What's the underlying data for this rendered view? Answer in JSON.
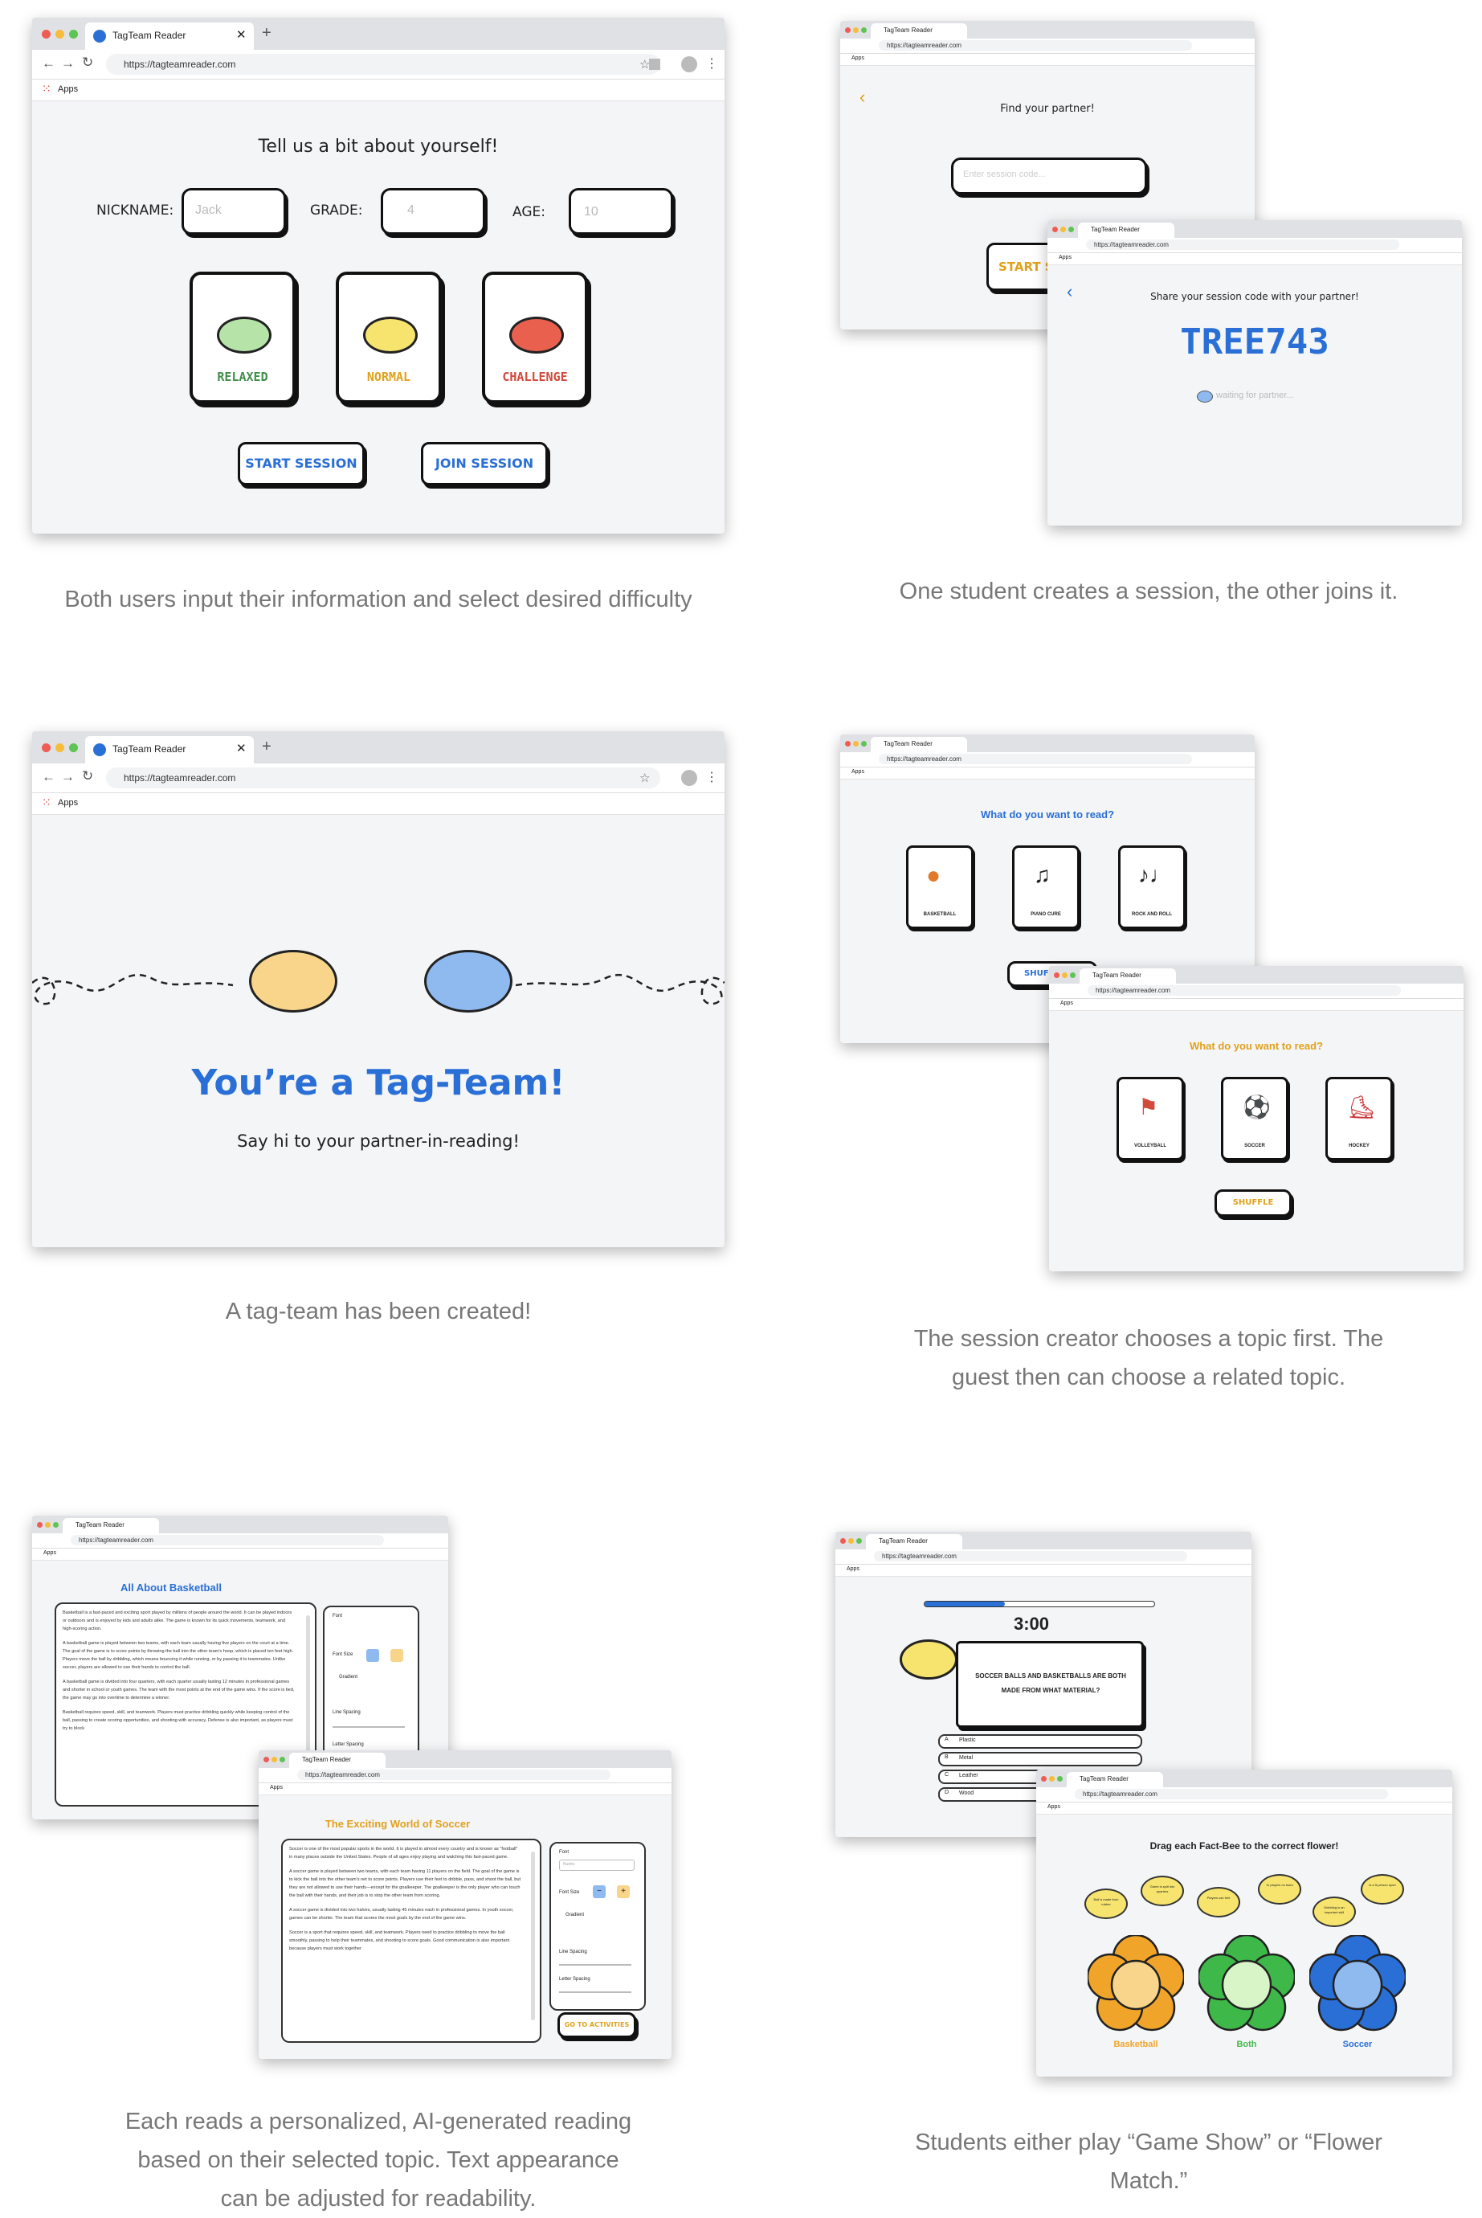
{
  "browser": {
    "tab_title": "TagTeam Reader",
    "url": "https://tagteamreader.com",
    "apps_label": "Apps"
  },
  "panel1": {
    "heading": "Tell us a bit about yourself!",
    "nickname_label": "NICKNAME:",
    "nickname_placeholder": "Jack",
    "grade_label": "GRADE:",
    "grade_placeholder": "4",
    "age_label": "AGE:",
    "age_placeholder": "10",
    "difficulties": [
      {
        "label": "RELAXED",
        "color": "#3f8f4a",
        "bee": "#b6e3a8"
      },
      {
        "label": "NORMAL",
        "color": "#e0a11a",
        "bee": "#f6e46e"
      },
      {
        "label": "CHALLENGE",
        "color": "#d24a3c",
        "bee": "#e9604f"
      }
    ],
    "start_button": "START SESSION",
    "join_button": "JOIN SESSION",
    "caption": "Both users input their information and select desired difficulty"
  },
  "panel2": {
    "join_heading": "Find your partner!",
    "session_placeholder": "Enter session code...",
    "start_partial": "START S",
    "share_heading": "Share your session code with your partner!",
    "code": "TREE743",
    "waiting": "waiting for partner...",
    "caption": "One student creates a session, the other joins it."
  },
  "panel3": {
    "title": "You’re a Tag-Team!",
    "subtitle": "Say hi to your partner-in-reading!",
    "caption": "A tag-team has been created!"
  },
  "panel4": {
    "question": "What do you want to read?",
    "topics_a": [
      "BASKETBALL",
      "PIANO CURE",
      "ROCK AND ROLL"
    ],
    "shuffle_partial": "SHUF",
    "topics_b": [
      "VOLLEYBALL",
      "SOCCER",
      "HOCKEY"
    ],
    "shuffle": "SHUFFLE",
    "caption_line1": "The session creator chooses a topic first. The",
    "caption_line2": "guest then can choose a related topic."
  },
  "panel5": {
    "title_a": "All About Basketball",
    "text_a": [
      "Basketball is a fast-paced and exciting sport played by millions of people around the world. It can be played indoors or outdoors and is enjoyed by kids and adults alike. The game is known for its quick movements, teamwork, and high-scoring action.",
      "A basketball game is played between two teams, with each team usually having five players on the court at a time. The goal of the game is to score points by throwing the ball into the other team's hoop, which is placed ten feet high. Players move the ball by dribbling, which means bouncing it while running, or by passing it to teammates. Unlike soccer, players are allowed to use their hands to control the ball.",
      "A basketball game is divided into four quarters, with each quarter usually lasting 12 minutes in professional games and shorter in school or youth games. The team with the most points at the end of the game wins. If the score is tied, the game may go into overtime to determine a winner.",
      "Basketball requires speed, skill, and teamwork. Players must practice dribbling quickly while keeping control of the ball, passing to create scoring opportunities, and shooting with accuracy. Defense is also important, as players must try to block"
    ],
    "title_b": "The Exciting World of Soccer",
    "text_b": [
      "Soccer is one of the most popular sports in the world. It is played in almost every country and is known as \"football\" in many places outside the United States. People of all ages enjoy playing and watching this fast-paced game.",
      "A soccer game is played between two teams, with each team having 11 players on the field. The goal of the game is to kick the ball into the other team's net to score points. Players use their feet to dribble, pass, and shoot the ball, but they are not allowed to use their hands—except for the goalkeeper. The goalkeeper is the only player who can touch the ball with their hands, and their job is to stop the other team from scoring.",
      "A soccer game is divided into two halves, usually lasting 45 minutes each in professional games. In youth soccer, games can be shorter. The team that scores the most goals by the end of the game wins.",
      "Soccer is a sport that requires speed, skill, and teamwork. Players need to practice dribbling to move the ball smoothly, passing to help their teammates, and shooting to score goals. Good communication is also important because players must work together"
    ],
    "settings": {
      "font": "Font",
      "font_value": "Nunito",
      "font_size": "Font Size",
      "gradient": "Gradient",
      "line_spacing": "Line Spacing",
      "letter_spacing": "Letter Spacing",
      "minus": "−",
      "plus": "+"
    },
    "activities_button": "GO TO ACTIVITIES",
    "caption_line1": "Each reads a personalized, AI-generated reading",
    "caption_line2": "based on their selected topic. Text appearance",
    "caption_line3": "can be adjusted for readability."
  },
  "panel6": {
    "timer": "3:00",
    "timer_progress": 0.35,
    "question": "SOCCER BALLS AND BASKETBALLS ARE BOTH MADE FROM WHAT MATERIAL?",
    "answers": [
      {
        "letter": "A",
        "text": "Plastic"
      },
      {
        "letter": "B",
        "text": "Metal"
      },
      {
        "letter": "C",
        "text": "Leather"
      },
      {
        "letter": "D",
        "text": "Wood"
      }
    ],
    "match_heading": "Drag each Fact-Bee to the correct flower!",
    "facts": [
      "Ball is made from rubber",
      "Game is split into quarters",
      "Players use feet",
      "11 players on team",
      "Dribbling is an important skill",
      "Is a 5-person sport"
    ],
    "flowers": [
      {
        "label": "Basketball",
        "color": "#f0a52a"
      },
      {
        "label": "Both",
        "color": "#3fb84a"
      },
      {
        "label": "Soccer",
        "color": "#2a6fd6"
      }
    ],
    "caption_line1": "Students either play “Game Show” or “Flower",
    "caption_line2": "Match.”"
  }
}
